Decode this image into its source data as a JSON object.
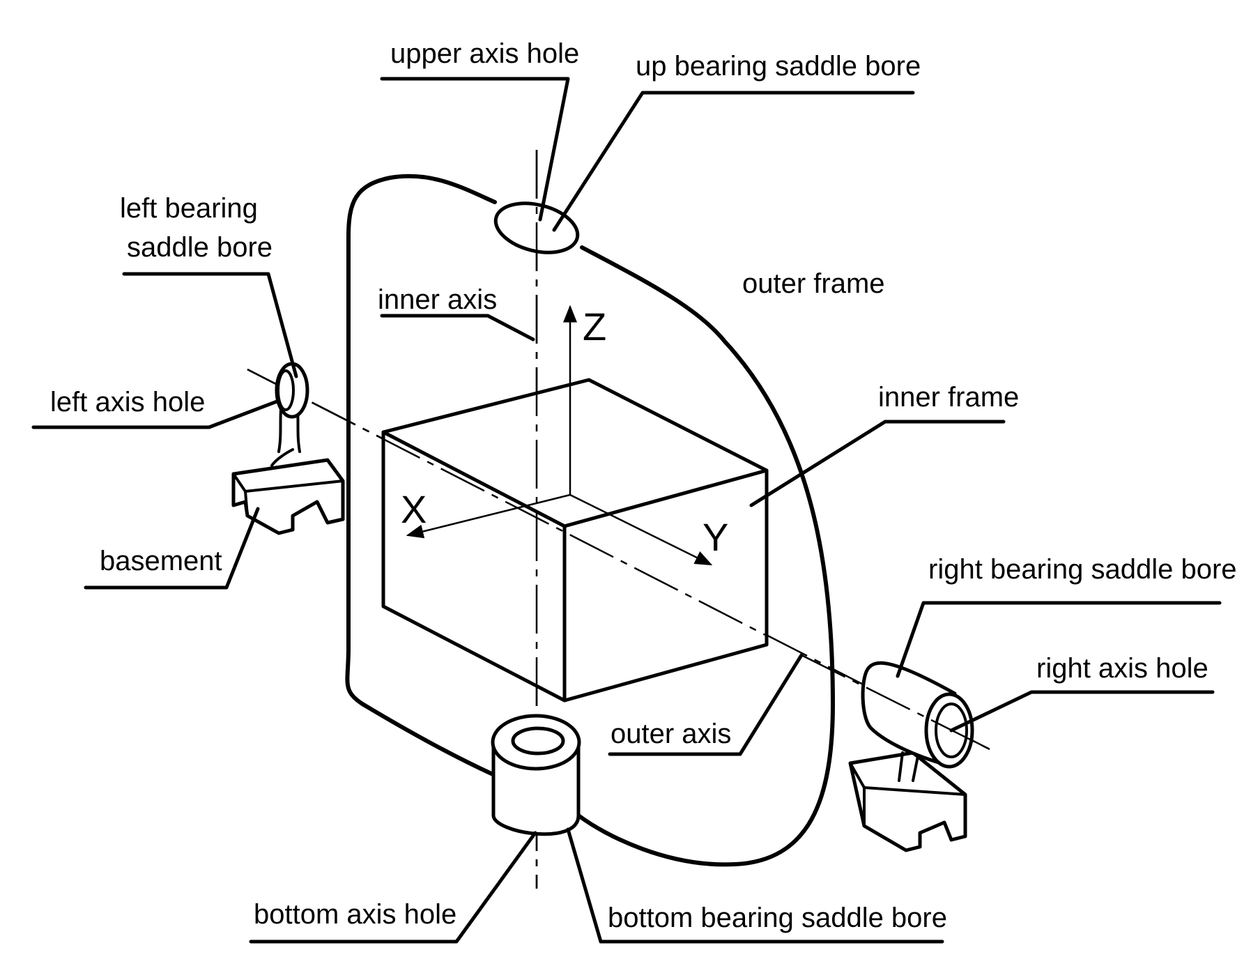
{
  "labels": {
    "upper_axis_hole": "upper axis hole",
    "up_bearing_saddle_bore": "up bearing saddle bore",
    "left_bearing_saddle_bore_line1": "left bearing",
    "left_bearing_saddle_bore_line2": "saddle bore",
    "inner_axis": "inner axis",
    "outer_frame": "outer frame",
    "left_axis_hole": "left axis hole",
    "inner_frame": "inner frame",
    "basement": "basement",
    "right_bearing_saddle_bore": "right bearing saddle bore",
    "right_axis_hole": "right axis hole",
    "outer_axis": "outer axis",
    "bottom_axis_hole": "bottom axis hole",
    "bottom_bearing_saddle_bore": "bottom bearing saddle bore"
  },
  "axes": {
    "x": "X",
    "y": "Y",
    "z": "Z"
  }
}
